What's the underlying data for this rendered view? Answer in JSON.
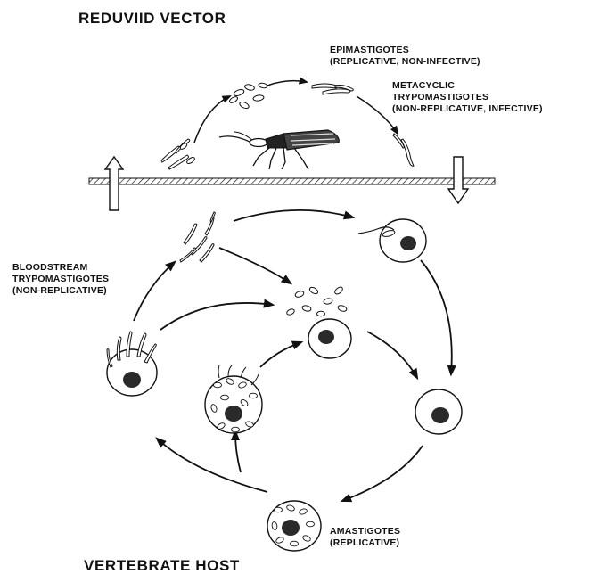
{
  "titles": {
    "vector": "REDUVIID VECTOR",
    "host": "VERTEBRATE HOST"
  },
  "labels": {
    "epimastigotes": {
      "line1": "EPIMASTIGOTES",
      "line2": "(REPLICATIVE, NON-INFECTIVE)"
    },
    "metacyclic": {
      "line1": "METACYCLIC",
      "line2": "TRYPOMASTIGOTES",
      "line3": "(NON-REPLICATIVE, INFECTIVE)"
    },
    "bloodstream": {
      "line1": "BLOODSTREAM",
      "line2": "TRYPOMASTIGOTES",
      "line3": "(NON-REPLICATIVE)"
    },
    "amastigotes": {
      "line1": "AMASTIGOTES",
      "line2": "(REPLICATIVE)"
    }
  },
  "colors": {
    "ink": "#111111",
    "paper": "#ffffff",
    "nucleus": "#2a2a2a"
  }
}
